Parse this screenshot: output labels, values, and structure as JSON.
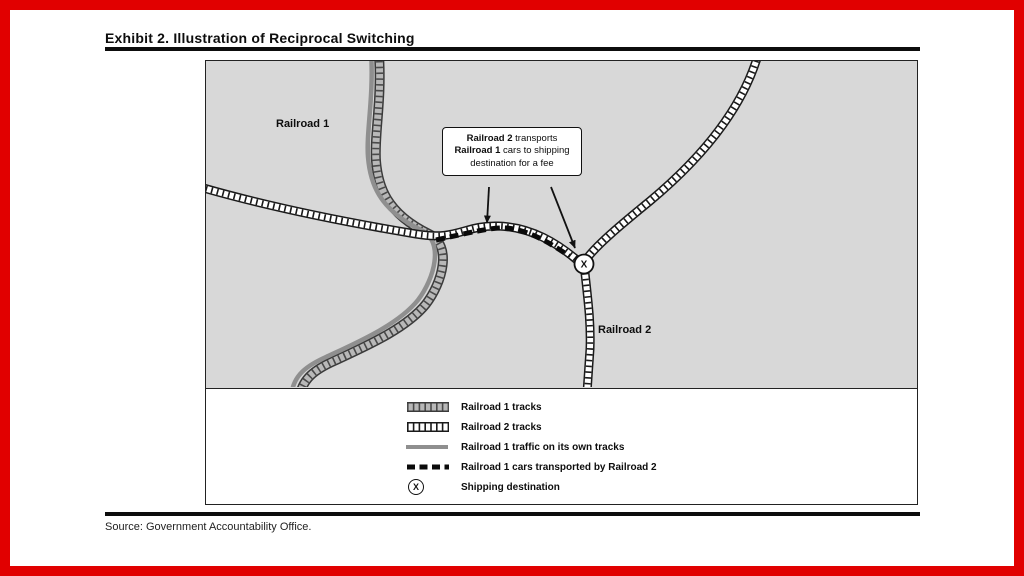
{
  "title": "Exhibit 2. Illustration of Reciprocal Switching",
  "source": "Source: Government Accountability Office.",
  "colors": {
    "frame_red": "#e10000",
    "map_background": "#d8d8d8",
    "railroad1_track_fill": "#b8b8b8",
    "railroad1_traffic_gray": "#8f8f8f",
    "railroad2_track_fill": "#ffffff",
    "line_black": "#111111"
  },
  "map": {
    "railroad1_label": "Railroad 1",
    "railroad2_label": "Railroad 2",
    "destination_marker": "X",
    "callout": {
      "bold1": "Railroad 2",
      "rest1": " transports",
      "bold2": "Railroad 1",
      "rest2": " cars to shipping",
      "line3": "destination for a fee"
    }
  },
  "legend": {
    "items": [
      {
        "label": "Railroad 1 tracks",
        "symbol": "railroad1-track"
      },
      {
        "label": "Railroad 2 tracks",
        "symbol": "railroad2-track"
      },
      {
        "label": "Railroad 1 traffic on its own tracks",
        "symbol": "gray-line"
      },
      {
        "label": "Railroad 1 cars transported by Railroad 2",
        "symbol": "dashed-line"
      },
      {
        "label": "Shipping destination",
        "symbol": "circle-x",
        "marker": "X"
      }
    ]
  }
}
